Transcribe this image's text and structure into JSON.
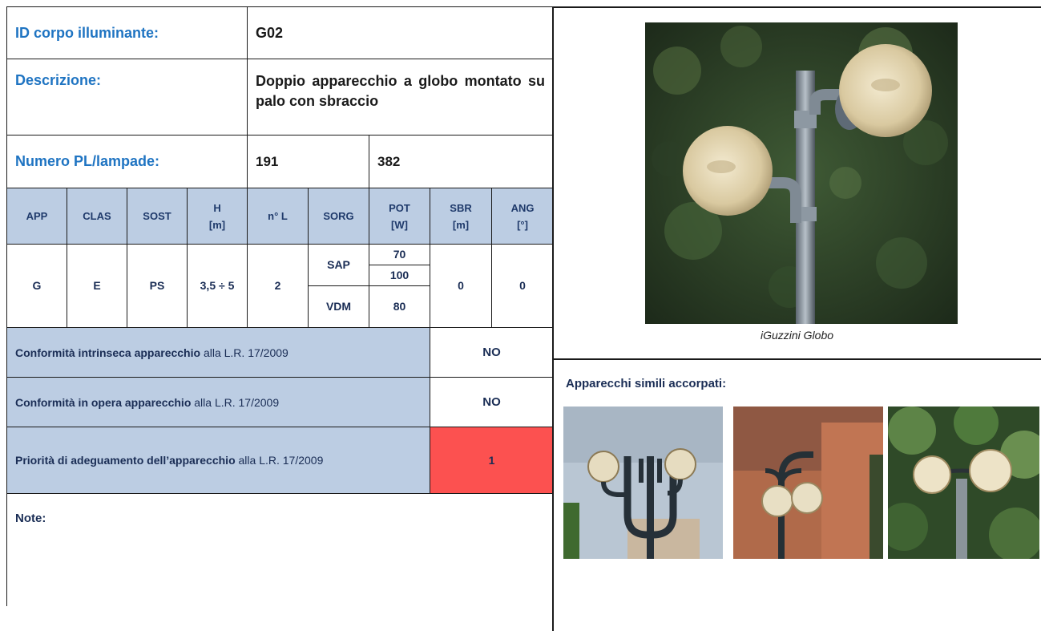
{
  "id_label": "ID corpo illuminante:",
  "id_value": "G02",
  "desc_label": "Descrizione:",
  "desc_value": "Doppio apparecchio a globo montato su palo con sbraccio",
  "numero_label": "Numero PL/lampade:",
  "numero_pl": "191",
  "numero_lampade": "382",
  "headers": {
    "app": "APP",
    "clas": "CLAS",
    "sost": "SOST",
    "h": "H",
    "h_unit": "[m]",
    "nl": "n° L",
    "sorg": "SORG",
    "pot": "POT",
    "pot_unit": "[W]",
    "sbr": "SBR",
    "sbr_unit": "[m]",
    "ang": "ANG",
    "ang_unit": "[°]"
  },
  "values": {
    "app": "G",
    "clas": "E",
    "sost": "PS",
    "h": "3,5 ÷ 5",
    "nl": "2",
    "sorg1": "SAP",
    "pot1a": "70",
    "pot1b": "100",
    "sorg2": "VDM",
    "pot2": "80",
    "sbr": "0",
    "ang": "0"
  },
  "conf_intrinseca": {
    "bold": "Conformità intrinseca apparecchio",
    "rest": " alla L.R. 17/2009",
    "answer": "NO"
  },
  "conf_opera": {
    "bold": "Conformità in opera apparecchio",
    "rest": " alla L.R. 17/2009",
    "answer": "NO"
  },
  "priorita": {
    "bold": "Priorità di adeguamento dell’apparecchio",
    "rest": " alla L.R. 17/2009",
    "answer": "1"
  },
  "note_label": "Note:",
  "photo_caption": "iGuzzini Globo",
  "similar_title": "Apparecchi simili accorpati:",
  "colors": {
    "header_bg": "#bccde3",
    "label_blue": "#1f74c2",
    "priority_red": "#fc5150"
  }
}
